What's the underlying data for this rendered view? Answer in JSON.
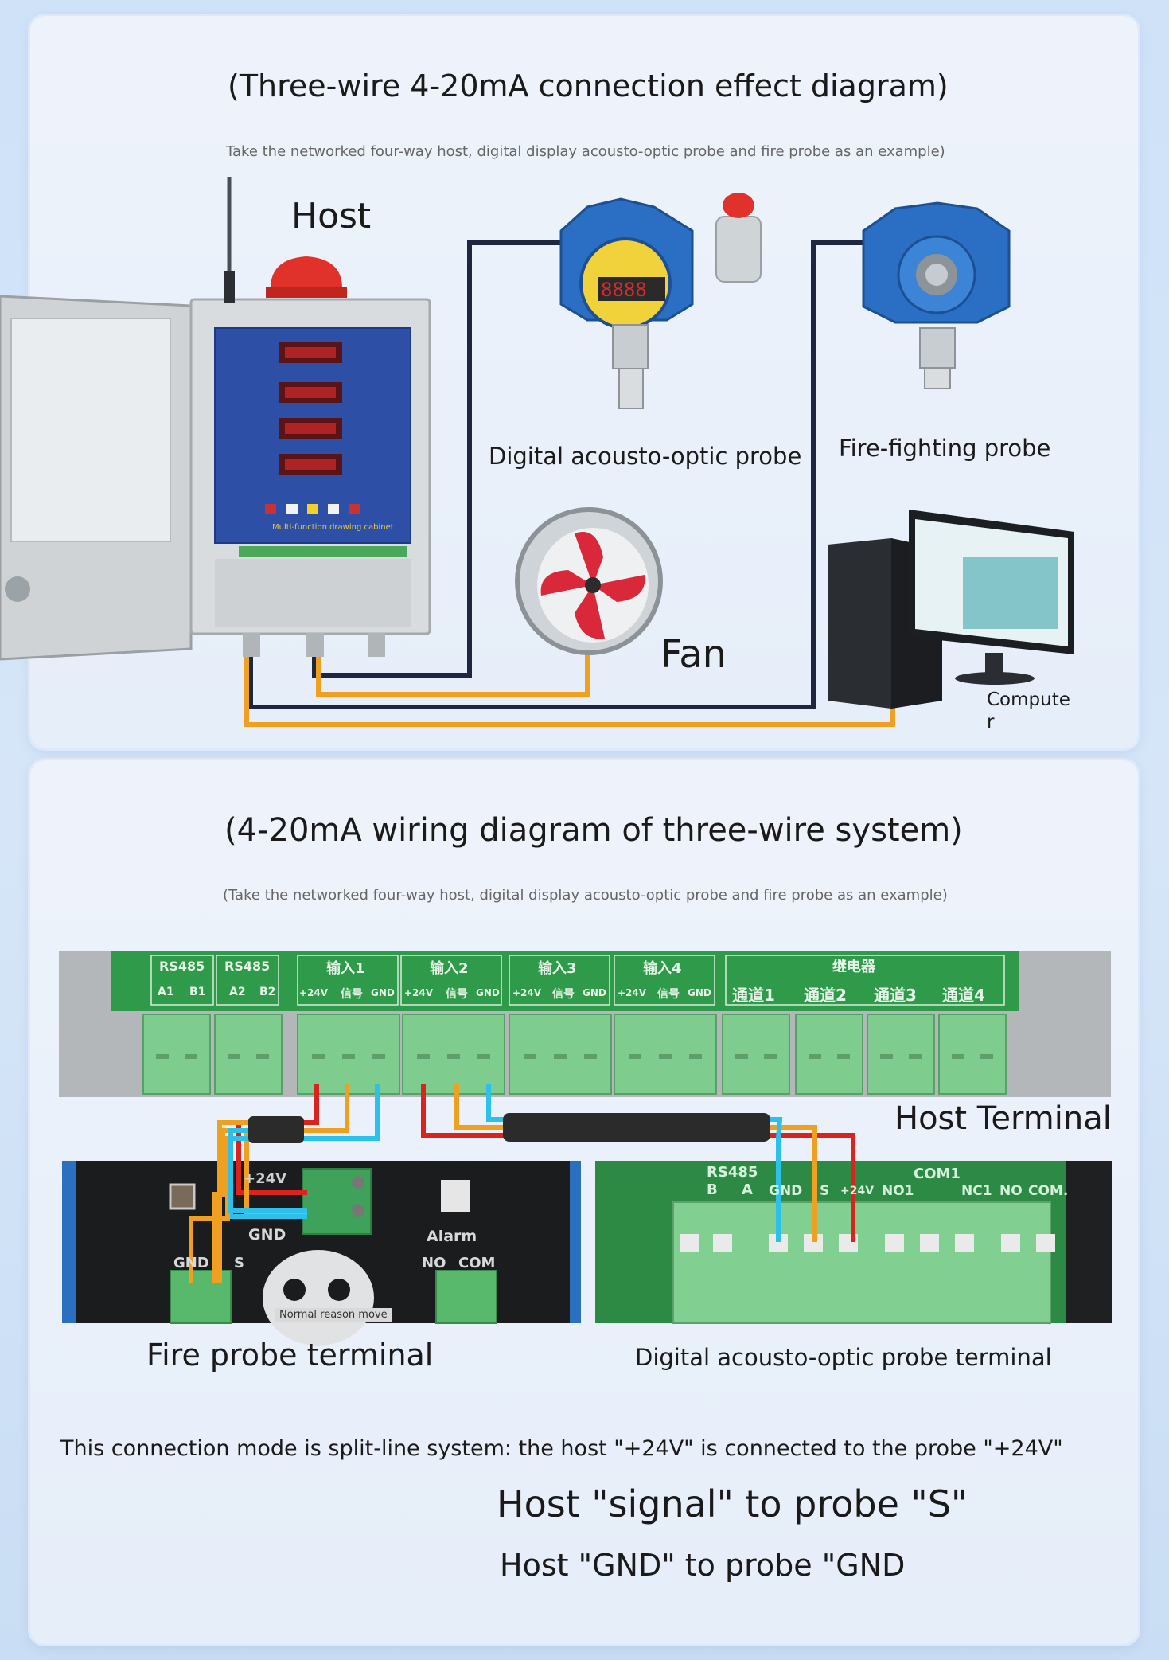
{
  "top": {
    "title": "(Three-wire 4-20mA connection effect diagram)",
    "subtitle": "Take the networked four-way host, digital display acousto-optic probe and fire probe as an example)",
    "host_label": "Host",
    "host_panel_text": "Multi-function drawing cabinet",
    "digital_probe_label": "Digital acousto-optic probe",
    "digital_display_value": "8888",
    "fire_probe_label": "Fire-fighting probe",
    "fan_label": "Fan",
    "computer_label_line1": "Compute",
    "computer_label_line2": "r"
  },
  "bottom": {
    "title": "(4-20mA wiring diagram of three-wire system)",
    "subtitle": "(Take the networked four-way host, digital display acousto-optic probe and fire probe as an example)",
    "host_terminal_label": "Host Terminal",
    "terminal_headers": [
      "RS485",
      "RS485",
      "输入1",
      "输入2",
      "输入3",
      "输入4",
      "继电器"
    ],
    "terminal_pins": [
      "A1",
      "B1",
      "A2",
      "B2",
      "+24V",
      "信号",
      "GND",
      "+24V",
      "信号",
      "GND",
      "+24V",
      "信号",
      "GND",
      "+24V",
      "信号",
      "GND"
    ],
    "relay_channels": [
      "通道1",
      "通道2",
      "通道3",
      "通道4"
    ],
    "fire_probe_pins": {
      "v24": "+24V",
      "gnd_top": "GND",
      "gnd": "GND",
      "s": "S",
      "alarm": "Alarm",
      "no": "NO",
      "com": "COM"
    },
    "fire_probe_note": "Normal reason move",
    "fire_probe_terminal_label": "Fire probe terminal",
    "digital_probe_pins": {
      "rs485": "RS485",
      "b": "B",
      "a": "A",
      "gnd": "GND",
      "s": "S",
      "v24": "+24V",
      "com1": "COM1",
      "no1": "NO1",
      "nc1": "NC1",
      "no": "NO",
      "com": "COM."
    },
    "digital_probe_terminal_label": "Digital acousto-optic probe terminal",
    "note_line1": "This connection mode is split-line system: the host \"+24V\" is connected to the probe \"+24V\"",
    "note_line2": "Host \"signal\" to probe \"S\"",
    "note_line3": "Host \"GND\" to probe \"GND"
  },
  "colors": {
    "wire_dark": "#1e2640",
    "wire_orange": "#f0a020",
    "wire_red": "#d8231e",
    "wire_cyan": "#2cc0ea",
    "terminal_green": "#7fcc8f",
    "board_green": "#2f9a4a",
    "probe_blue": "#2b6fc4"
  }
}
